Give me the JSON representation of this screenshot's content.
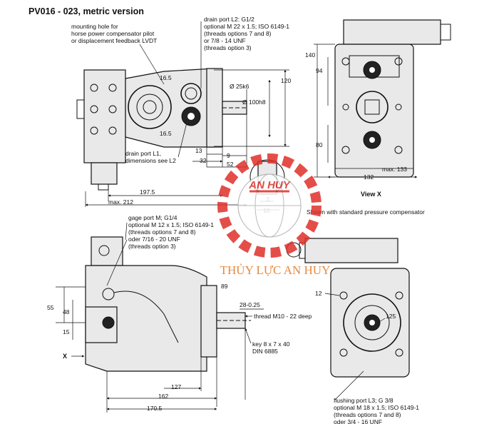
{
  "title": "PV016 - 023, metric version",
  "top_view": {
    "callout_mounting_hole": "mounting hole for\nhorse power compensator pilot\nor displacement feedback LVDT",
    "callout_drain_l2": "drain port L2: G1/2\noptional M 22 x 1.5; ISO 6149-1\n(threads options 7 and 8)\nor 7/8 - 14 UNF\n(threads option 3)",
    "callout_drain_l1": "drain port L1,\ndimensions see L2",
    "dim_165_top": "16.5",
    "dim_165_bottom": "16.5",
    "dim_shaft": "Ø 25k6",
    "dim_flange": "Ø 100h8",
    "dim_120": "120",
    "dim_13": "13",
    "dim_9": "9",
    "dim_32": "32",
    "dim_52": "52",
    "dim_1975": "197.5",
    "dim_212": "max. 212"
  },
  "view_x": {
    "dim_140": "140",
    "dim_94": "94",
    "dim_80": "80",
    "dim_133": "max. 133",
    "dim_132": "132",
    "label": "View X"
  },
  "shaft_detail": {
    "dim_3": "3",
    "dim_10": "10",
    "note": "Shown with standard pressure compensator"
  },
  "side_view": {
    "callout_gage": "gage port M; G1/4\noptional M 12 x 1.5; ISO 6149-1\n(threads options 7 and 8)\noder 7/16 - 20 UNF\n(threads option 3)",
    "dim_55": "55",
    "dim_48": "48",
    "dim_15": "15",
    "dim_89": "89",
    "dim_28": "28-0.25",
    "thread": "thread M10 - 22 deep",
    "key": "key 8 x 7 x 40\nDIN 6885",
    "dim_127": "127",
    "dim_162": "162",
    "dim_1705": "170.5",
    "x_label": "X"
  },
  "front_view": {
    "dim_12": "12",
    "dim_125": "125",
    "callout_flushing": "flushing port L3; G 3/8\noptional M 18 x 1.5; ISO 6149-1\n(threads options 7 and 8)\noder 3/4 - 16 UNF"
  },
  "watermark": {
    "brand": "AN HUY",
    "text": "THỦY LỰC AN HUY"
  }
}
